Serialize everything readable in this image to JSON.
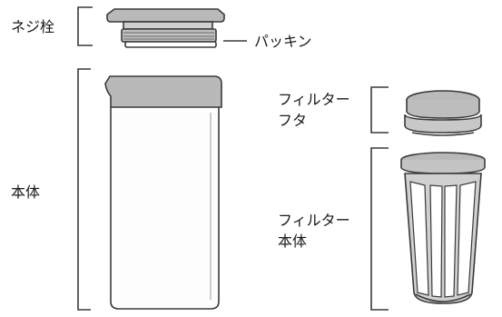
{
  "labels": {
    "cap": "ネジ栓",
    "packing": "パッキン",
    "body": "本体",
    "filter_lid_line1": "フィルター",
    "filter_lid_line2": "フタ",
    "filter_body_line1": "フィルター",
    "filter_body_line2": "本体"
  },
  "colors": {
    "outline": "#3a3a3a",
    "band": "#b9b9b9",
    "body_fill": "#fdfdfd",
    "mesh": "#d0d0d0"
  }
}
